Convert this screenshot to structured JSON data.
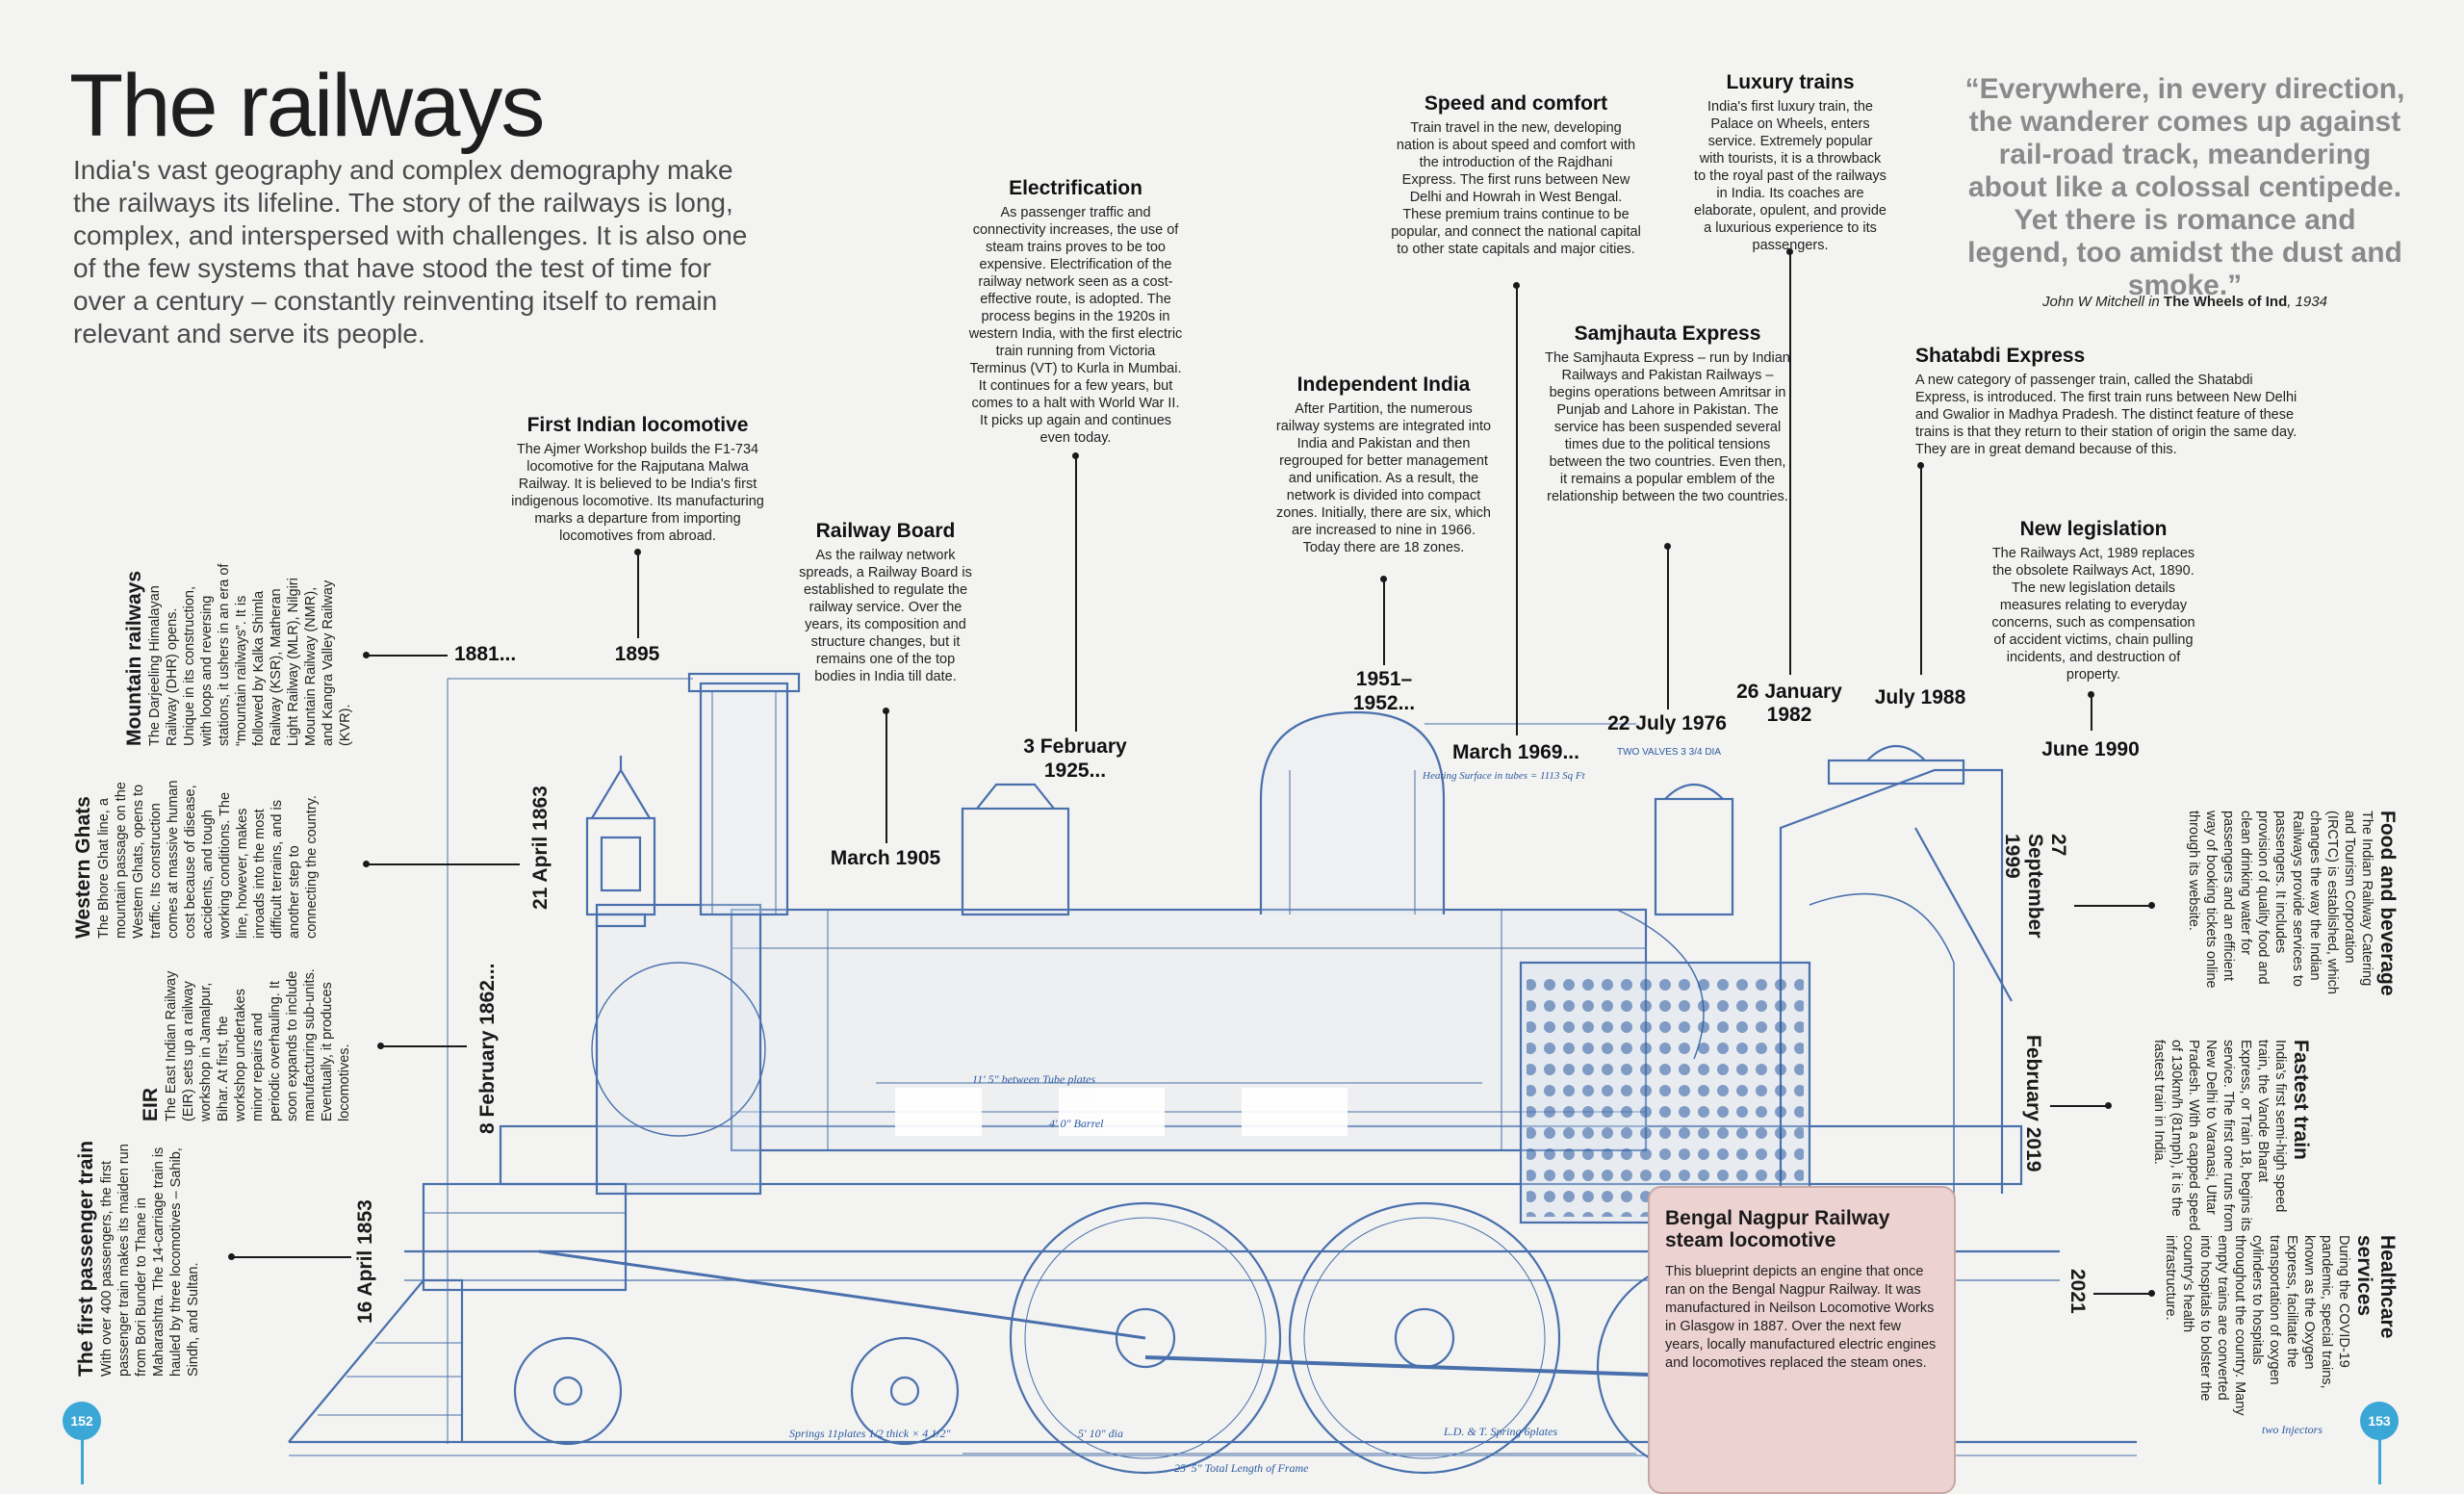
{
  "title": "The railways",
  "intro": "India's vast geography and complex demography make the railways its lifeline. The story of the railways is long, complex, and interspersed with challenges. It is also one of the few systems that have stood the test of time for over a century – constantly reinventing itself to remain relevant and serve its people.",
  "quote": {
    "text": "“Everywhere, in every direction, the wanderer comes up against rail-road track, meandering about like a colossal centipede. Yet there is romance and legend, too amidst the dust and smoke.”",
    "author": "John W Mitchell in ",
    "work": "The Wheels of Ind",
    "year": ", 1934"
  },
  "events": {
    "first_loco": {
      "title": "First Indian locomotive",
      "body": "The Ajmer Workshop builds the F1-734 locomotive for the Rajputana Malwa Railway. It is believed to be India's first indigenous locomotive. Its manufacturing marks a departure from importing locomotives from abroad.",
      "date": "1895"
    },
    "railway_board": {
      "title": "Railway Board",
      "body": "As the railway network spreads, a Railway Board is established to regulate the railway service. Over the years, its composition and structure changes, but it remains one of the top bodies in India till date.",
      "date": "March 1905"
    },
    "electrification": {
      "title": "Electrification",
      "body": "As passenger traffic and connectivity increases, the use of steam trains proves to be too expensive. Electrification of the railway network seen as a cost-effective route, is adopted. The process begins in the 1920s in western India, with the first electric train running from Victoria Terminus (VT) to Kurla in Mumbai. It continues for a few years, but comes to a halt with World War II. It picks up again and continues even today.",
      "date": "3 February 1925..."
    },
    "independent": {
      "title": "Independent India",
      "body": "After Partition, the numerous railway systems are integrated into India and Pakistan and then regrouped for better management and unification. As a result, the network is divided into compact zones. Initially, there are six, which are increased to nine in 1966. Today there are 18 zones.",
      "date": "1951–1952..."
    },
    "speed": {
      "title": "Speed and comfort",
      "body": "Train travel in the new, developing nation is about speed and comfort with the introduction of the Rajdhani Express. The first runs between New Delhi and Howrah in West Bengal. These premium trains continue to be popular, and connect the national capital to other state capitals and major cities.",
      "date": "March 1969..."
    },
    "samjhauta": {
      "title": "Samjhauta Express",
      "body": "The Samjhauta Express – run by Indian Railways and Pakistan Railways – begins operations between Amritsar in Punjab and Lahore in Pakistan. The service has been suspended several times due to the political tensions between the two countries. Even then, it remains a popular emblem of the relationship between the two countries.",
      "date": "22 July 1976"
    },
    "luxury": {
      "title": "Luxury trains",
      "body": "India's first luxury train, the Palace on Wheels, enters service. Extremely popular with tourists, it is a throwback to the royal past of the railways in India. Its coaches are elaborate, opulent, and provide a luxurious experience to its passengers.",
      "date": "26 January 1982"
    },
    "shatabdi": {
      "title": "Shatabdi Express",
      "body": "A new category of passenger train, called the Shatabdi Express, is introduced. The first train runs between New Delhi and Gwalior in Madhya Pradesh. The distinct feature of these trains is that they return to their station of origin the same day. They are in great demand because of this.",
      "date": "July 1988"
    },
    "legislation": {
      "title": "New legislation",
      "body": "The Railways Act, 1989 replaces the obsolete Railways Act, 1890. The new legislation details measures relating to everyday concerns, such as compensation of accident victims, chain pulling incidents, and destruction of property.",
      "date": "June 1990"
    },
    "mountain": {
      "title": "Mountain railways",
      "body": "The Darjeeling Himalayan Railway (DHR) opens. Unique in its construction, with loops and reversing stations, it ushers in an era of “mountain railways”. It is followed by Kalka Shimla Railway (KSR), Matheran Light Railway (MLR), Nilgiri Mountain Railway (NMR), and Kangra Valley Railway (KVR).",
      "date": "1881..."
    },
    "ghats": {
      "title": "Western Ghats",
      "body": "The Bhore Ghat line, a mountain passage on the Western Ghats, opens to traffic. Its construction comes at massive human cost because of disease, accidents, and tough working conditions. The line, however, makes inroads into the most difficult terrains, and is another step to connecting the country.",
      "date": "21 April 1863"
    },
    "eir": {
      "title": "EIR",
      "body": "The East Indian Railway (EIR) sets up a railway workshop in Jamalpur, Bihar. At first, the workshop undertakes minor repairs and periodic overhauling. It soon expands to include manufacturing sub-units. Eventually, it produces locomotives.",
      "date": "8 February 1862..."
    },
    "first_passenger": {
      "title": "The first passenger train",
      "body": "With over 400 passengers, the first passenger train makes its maiden run from Bori Bunder to Thane in Maharashtra. The 14-carriage train is hauled by three locomotives – Sahib, Sindh, and Sultan.",
      "date": "16 April 1853"
    },
    "food": {
      "title": "Food and beverage",
      "body": "The Indian Railway Catering and Tourism Corporation (IRCTC) is established, which changes the way the Indian Railways provide services to passengers. It includes provision of quality food and clean drinking water for passengers and an efficient way of booking tickets online through its website.",
      "date": "27 September 1999"
    },
    "fastest": {
      "title": "Fastest train",
      "body": "India's first semi-high speed train, the Vande Bharat Express, or Train 18, begins its service. The first one runs from New Delhi to Varanasi, Uttar Pradesh. With a capped speed of 130km/h (81mph), it is the fastest train in India.",
      "date": "February 2019"
    },
    "health": {
      "title": "Healthcare services",
      "body": "During the COVID-19 pandemic, special trains, known as the Oxygen Express, facilitate the transportation of oxygen cylinders to hospitals throughout the country. Many empty trains are converted into hospitals to bolster the country's health infrastructure.",
      "date": "2021"
    }
  },
  "callout": {
    "title": "Bengal Nagpur Railway steam locomotive",
    "body": "This blueprint depicts an engine that once ran on the Bengal Nagpur Railway. It was manufactured in Neilson Locomotive Works in Glasgow in 1887. Over the next few years, locally manufactured electric engines and locomotives replaced the steam ones."
  },
  "blueprint_labels": {
    "tubes": "11' 5\" between Tube plates",
    "barrel": "4' 0\" Barrel",
    "springs": "Springs 11plates 1/2 thick × 4 1/2\"",
    "dia": "5' 10\" dia",
    "ld": "L.D. & T. Spring 6plates",
    "total": "25' 5\" Total Length of Frame",
    "heating": "Heating Surface in tubes = 1113 Sq Ft",
    "valves": "TWO VALVES 3 3/4 DIA",
    "injectors": "two Injectors"
  },
  "pages": {
    "left": "152",
    "right": "153"
  },
  "colors": {
    "blueprint": "#2c5aa0",
    "page_number": "#3ba7d6",
    "callout_bg": "#ecd2d0",
    "quote": "#8a8a8a"
  }
}
